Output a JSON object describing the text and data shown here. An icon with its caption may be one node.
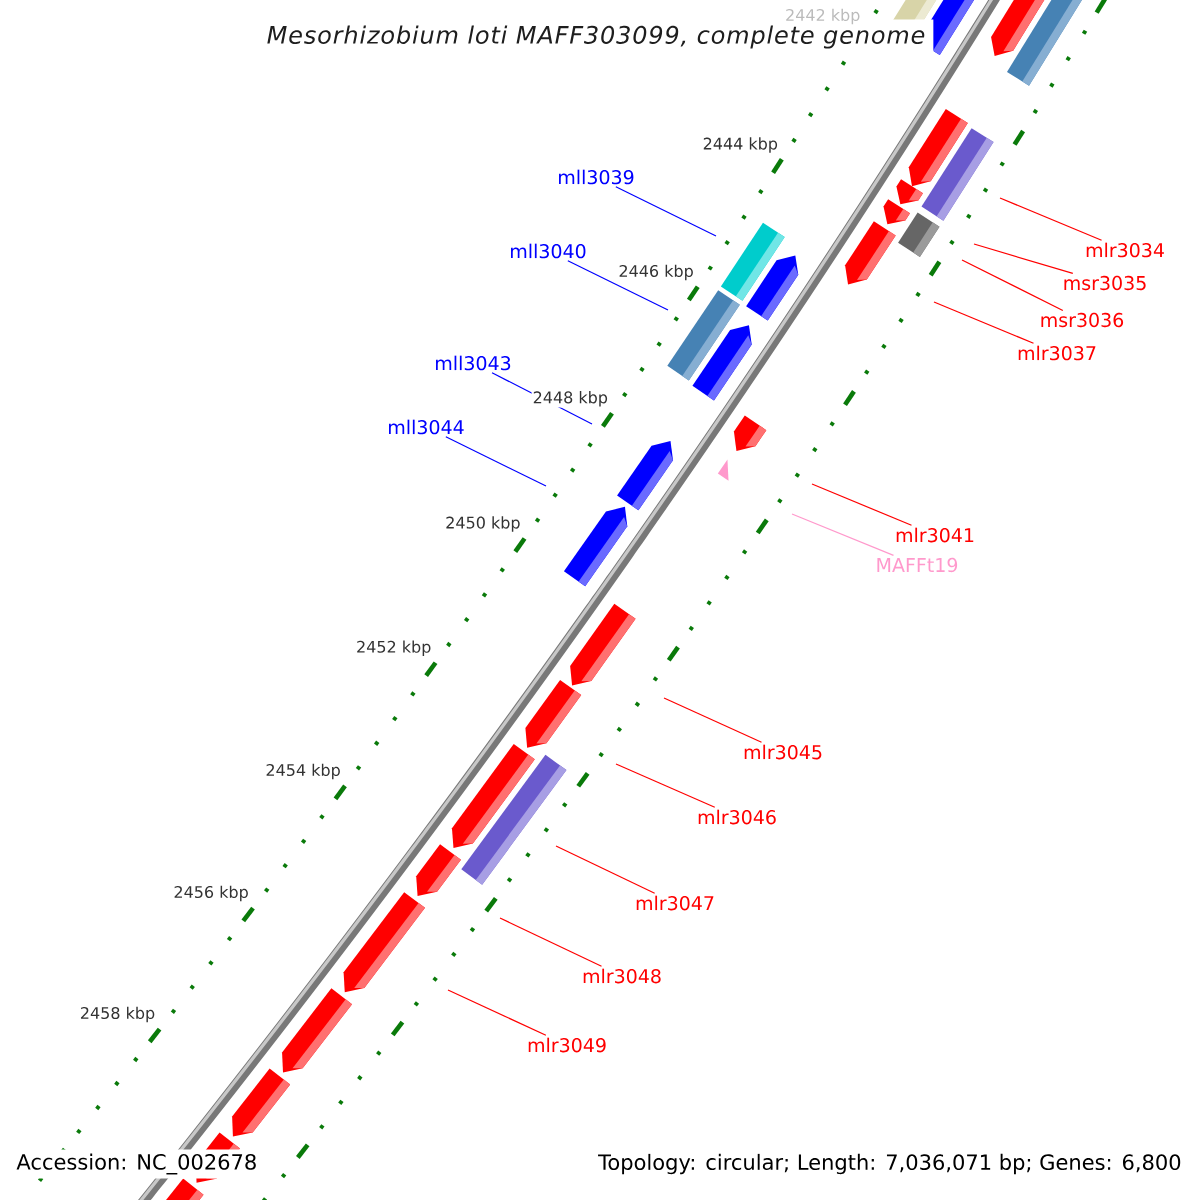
{
  "diagram": {
    "title": "Mesorhizobium loti MAFF303099, complete genome",
    "nodes": [
      {
        "text": [
          "mll3039"
        ]
      },
      {
        "text": [
          "mll3040"
        ]
      },
      {
        "text": [
          "mlr3034"
        ]
      },
      {
        "text": [
          "msr3035"
        ]
      },
      {
        "text": [
          "msr3036"
        ]
      },
      {
        "text": [
          "mlr3037"
        ]
      },
      {
        "text": [
          "mll3043"
        ]
      },
      {
        "text": [
          "mll3044"
        ]
      },
      {
        "text": [
          "mlr3041"
        ]
      },
      {
        "text": [
          "MAFFt19"
        ]
      },
      {
        "text": [
          "mlr3045"
        ]
      },
      {
        "text": [
          "mlr3046"
        ]
      },
      {
        "text": [
          "mlr3047"
        ]
      },
      {
        "text": [
          "mlr3048"
        ]
      },
      {
        "text": [
          "mlr3049"
        ]
      }
    ],
    "edges": [
      {
        "from": 0,
        "to": null,
        "arrow": "none",
        "color": "#0000ff"
      },
      {
        "from": 1,
        "to": null,
        "arrow": "none",
        "color": "#0000ff"
      },
      {
        "from": 2,
        "to": null,
        "arrow": "none"
      },
      {
        "from": 3,
        "to": null,
        "arrow": "none"
      },
      {
        "from": 4,
        "to": null,
        "arrow": "none"
      },
      {
        "from": 5,
        "to": null,
        "arrow": "none"
      },
      {
        "from": 6,
        "to": null,
        "arrow": "none",
        "color": "#0000ff"
      },
      {
        "from": 7,
        "to": null,
        "arrow": "none",
        "color": "#0000ff"
      },
      {
        "from": 8,
        "to": null,
        "arrow": "none"
      },
      {
        "from": 9,
        "to": null,
        "arrow": "none",
        "color": "#ff99cc"
      },
      {
        "from": 10,
        "to": null,
        "arrow": "none"
      },
      {
        "from": 11,
        "to": null,
        "arrow": "none"
      },
      {
        "from": 12,
        "to": null,
        "arrow": "none"
      },
      {
        "from": 13,
        "to": null,
        "arrow": "none"
      },
      {
        "from": 14,
        "to": null,
        "arrow": "none"
      }
    ],
    "labels": [
      "2442 kbp",
      "2444 kbp",
      "2446 kbp",
      "2448 kbp",
      "2450 kbp",
      "2452 kbp",
      "2454 kbp",
      "2456 kbp",
      "2458 kbp",
      "Accession: NC_002678",
      "Topology: circular; Length: 7,036,071 bp; Genes: 6,800"
    ]
  }
}
